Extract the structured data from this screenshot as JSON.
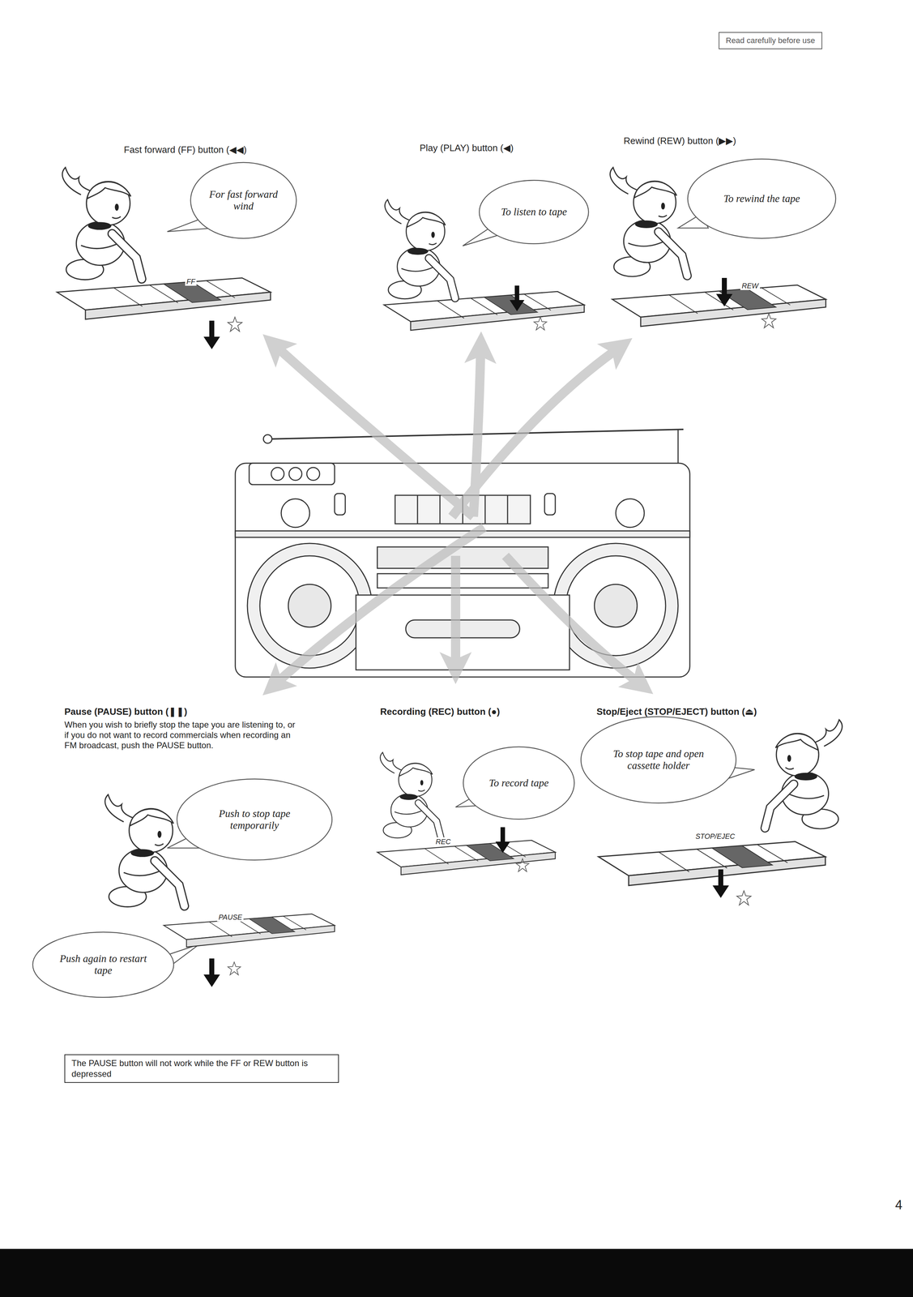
{
  "diagram": {
    "nodes": [
      {
        "text": [
          "Read carefully before use"
        ]
      },
      {
        "text": [
          "For fast forward wind"
        ]
      },
      {
        "text": [
          "To listen to tape"
        ]
      },
      {
        "text": [
          "To rewind the tape"
        ]
      },
      {
        "text": [
          "Push to stop tape temporarily"
        ]
      },
      {
        "text": [
          "To record tape"
        ]
      },
      {
        "text": [
          "To stop tape and open cassette holder"
        ]
      },
      {
        "text": [
          "Push again to restart tape"
        ]
      },
      {
        "text": [
          "The PAUSE button will not work while the FF or REW button is depressed"
        ]
      }
    ],
    "labels": [
      "Fast forward (FF) button (◀◀)",
      "FF",
      "Play (PLAY) button (◀)",
      "Rewind (REW) button (▶▶)",
      "REW",
      "Pause (PAUSE) button (❚❚)",
      "When you wish to briefly stop the tape you are listening to, or if you do not want to record commercials when recording an FM broadcast, push the PAUSE button.",
      "PAUSE",
      "Recording (REC) button (●)",
      "REC",
      "Stop/Eject (STOP/EJECT) button (⏏)",
      "STOP/EJEC",
      "4"
    ]
  }
}
